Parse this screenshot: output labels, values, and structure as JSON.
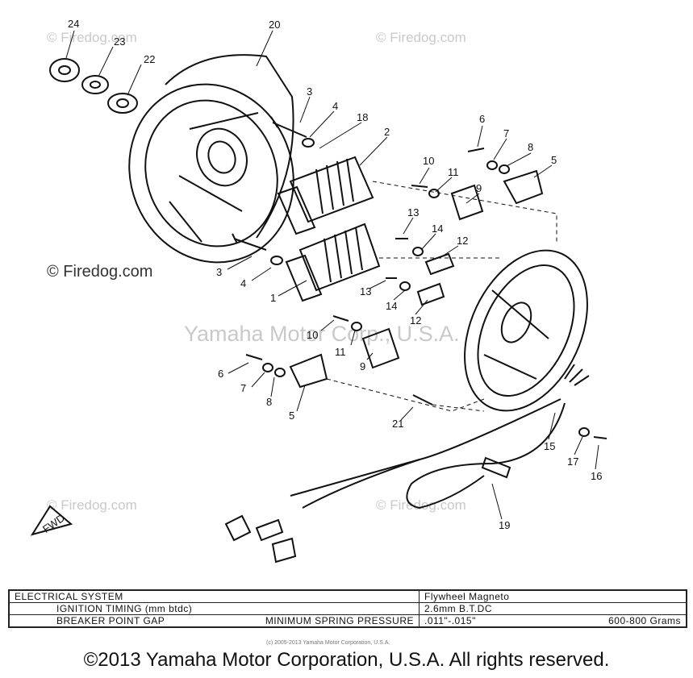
{
  "watermarks": {
    "firedog_tl": "© Firedog.com",
    "firedog_tr": "© Firedog.com",
    "firedog_ml": "© Firedog.com",
    "firedog_bl": "© Firedog.com",
    "firedog_br": "© Firedog.com",
    "yamaha_center": "Yamaha Motor Corp., U.S.A."
  },
  "callouts": [
    "24",
    "23",
    "22",
    "20",
    "3",
    "4",
    "18",
    "2",
    "6",
    "7",
    "8",
    "5",
    "10",
    "11",
    "9",
    "13",
    "14",
    "12",
    "1",
    "13",
    "14",
    "12",
    "10",
    "11",
    "9",
    "6",
    "7",
    "8",
    "5",
    "21",
    "15",
    "17",
    "16",
    "19",
    "3",
    "4"
  ],
  "fwd_badge": "FWD",
  "spec_table": {
    "header_left": "ELECTRICAL SYSTEM",
    "header_right": "Flywheel Magneto",
    "row1_left": "IGNITION TIMING (mm btdc)",
    "row1_right": "2.6mm B.T.DC",
    "row2_left": "BREAKER POINT GAP",
    "row2_mid": "MINIMUM SPRING PRESSURE",
    "row2_right_gap": ".011\"-.015\"",
    "row2_right_pressure": "600-800 Grams"
  },
  "small_print": "(c) 2005-2013 Yamaha Motor Corporation, U.S.A.",
  "copyright": "©2013 Yamaha Motor Corporation, U.S.A. All rights reserved.",
  "colors": {
    "ink": "#111111",
    "watermark": "#c9c9c9"
  }
}
